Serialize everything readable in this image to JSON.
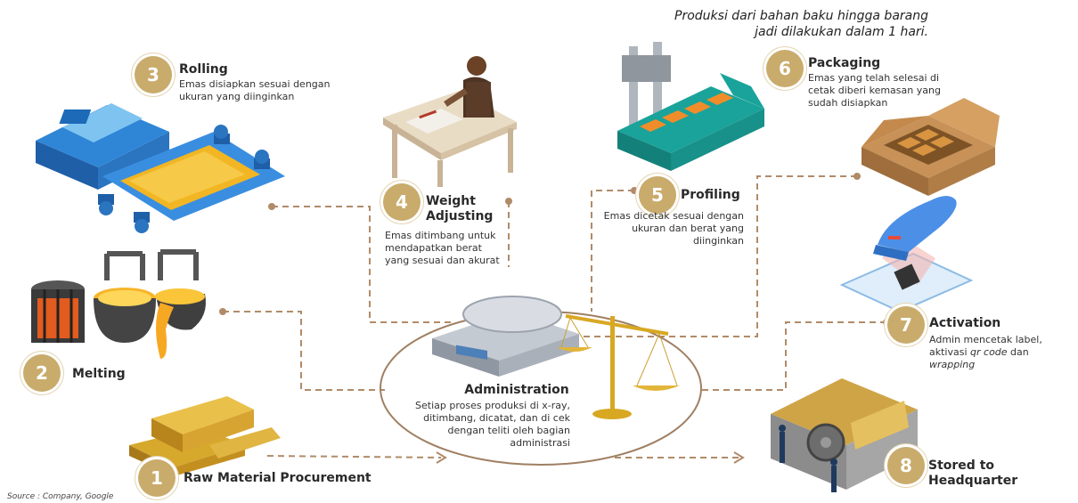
{
  "note": {
    "line1": "Produksi dari bahan baku hingga barang",
    "line2": "jadi dilakukan dalam 1 hari."
  },
  "steps": [
    {
      "number": "1",
      "title": "Raw Material Procurement",
      "desc": ""
    },
    {
      "number": "2",
      "title": "Melting",
      "desc": ""
    },
    {
      "number": "3",
      "title": "Rolling",
      "desc1": "Emas disiapkan sesuai dengan",
      "desc2": "ukuran yang diinginkan"
    },
    {
      "number": "4",
      "title1": "Weight",
      "title2": "Adjusting",
      "desc1": "Emas ditimbang untuk",
      "desc2": "mendapatkan berat",
      "desc3": "yang sesuai dan akurat"
    },
    {
      "number": "5",
      "title": "Profiling",
      "desc1": "Emas dicetak sesuai dengan",
      "desc2": "ukuran dan berat yang",
      "desc3": "diinginkan"
    },
    {
      "number": "6",
      "title": "Packaging",
      "desc1": "Emas yang telah selesai di",
      "desc2": "cetak diberi kemasan yang",
      "desc3": "sudah disiapkan"
    },
    {
      "number": "7",
      "title": "Activation",
      "desc1": "Admin mencetak label,",
      "desc2_pre": "aktivasi ",
      "desc2_em": "qr code",
      "desc2_post": " dan",
      "desc3_em": "wrapping"
    },
    {
      "number": "8",
      "title": "Stored to Headquarter"
    }
  ],
  "administration": {
    "title": "Administration",
    "desc1": "Setiap proses produksi di x-ray,",
    "desc2": "ditimbang, dicatat, dan di cek",
    "desc3": "dengan teliti oleh bagian",
    "desc4": "administrasi"
  },
  "source": "Source : Company, Google",
  "colors": {
    "gold": "#c9ab6c",
    "dashed_line": "#b08b68",
    "ellipse": "#a07f62"
  },
  "icons": [
    "gold-bars-icon",
    "melting-crucibles-icon",
    "rolling-machine-icon",
    "worker-at-desk-icon",
    "profiling-machine-icon",
    "packaging-box-icon",
    "barcode-scanner-icon",
    "vault-icon",
    "digital-scale-icon",
    "balance-scale-icon"
  ]
}
